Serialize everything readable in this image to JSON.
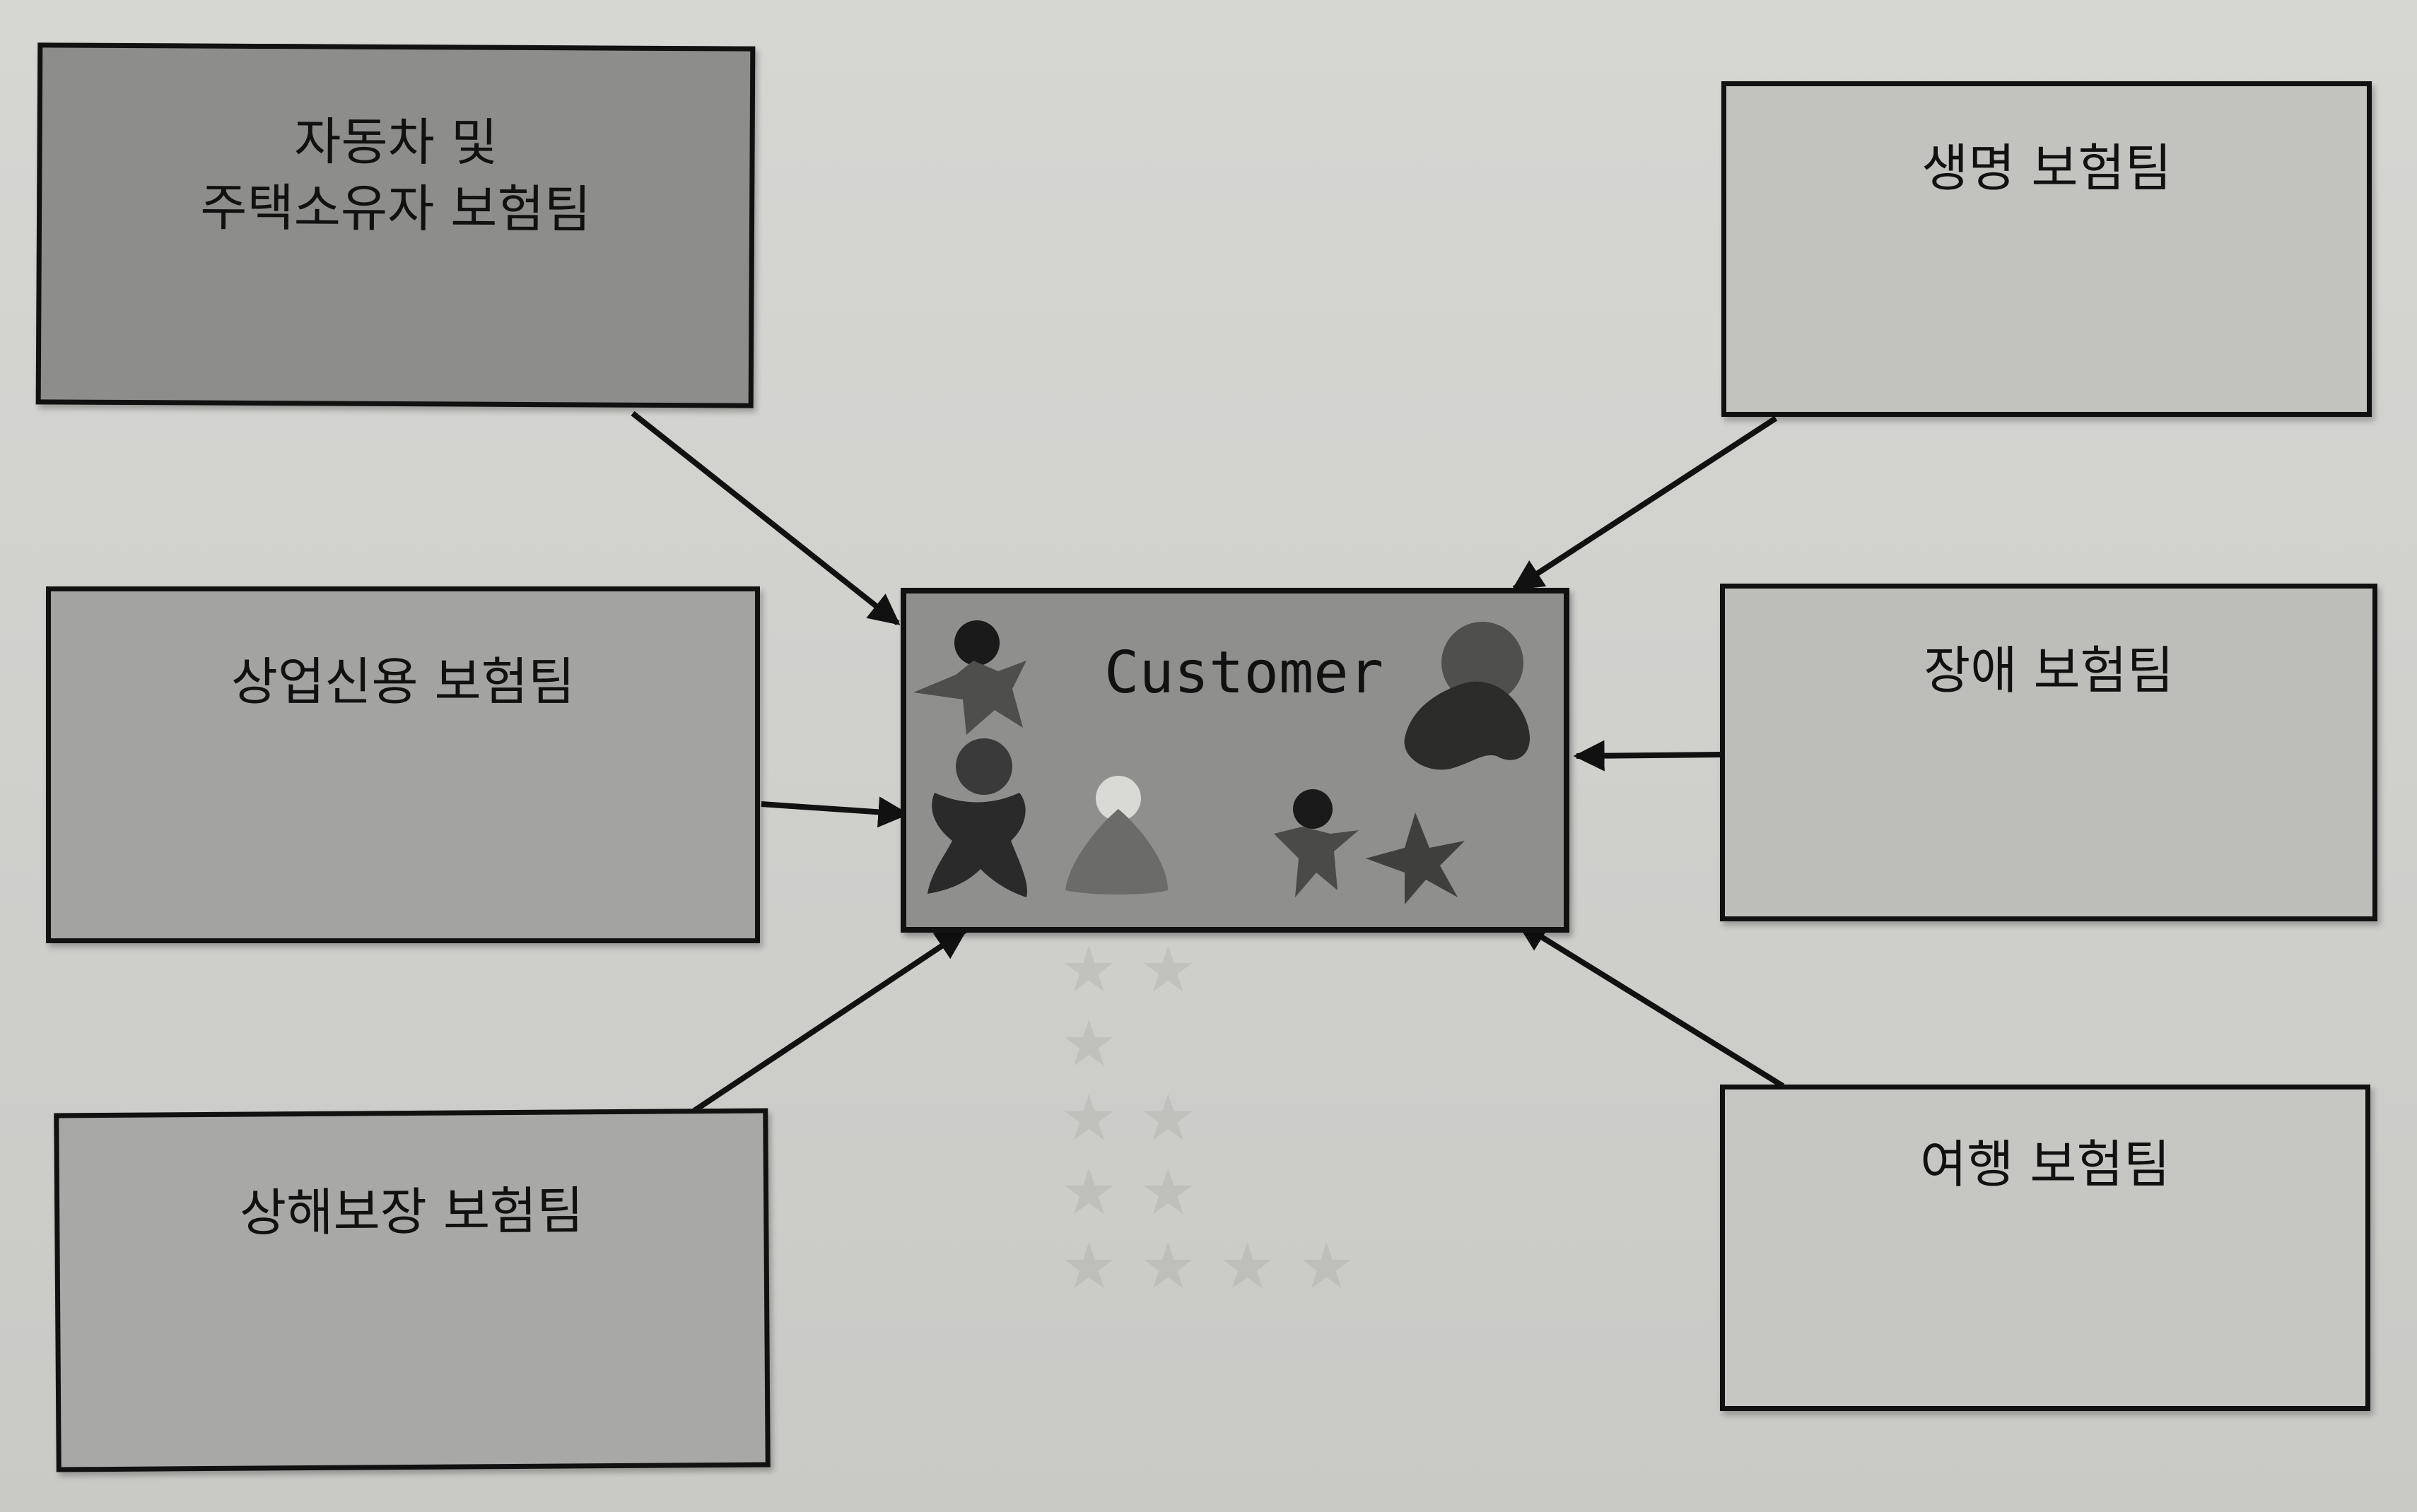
{
  "diagram": {
    "center": {
      "title": "Customer"
    },
    "teams": [
      {
        "id": "auto-home",
        "label": "자동차 및\n주택소유자 보험팀"
      },
      {
        "id": "commercial-credit",
        "label": "상업신용 보험팀"
      },
      {
        "id": "injury",
        "label": "상해보장 보험팀"
      },
      {
        "id": "life",
        "label": "생명 보험팀"
      },
      {
        "id": "disability",
        "label": "장애 보험팀"
      },
      {
        "id": "travel",
        "label": "여행 보험팀"
      }
    ],
    "edges": [
      {
        "from": "auto-home",
        "to": "center"
      },
      {
        "from": "commercial-credit",
        "to": "center"
      },
      {
        "from": "injury",
        "to": "center"
      },
      {
        "from": "life",
        "to": "center"
      },
      {
        "from": "disability",
        "to": "center"
      },
      {
        "from": "travel",
        "to": "center"
      }
    ]
  },
  "colors": {
    "box_dark": "#8d8d8b",
    "box_mid": "#a4a4a2",
    "box_light": "#c3c3c0",
    "stroke": "#111111"
  }
}
